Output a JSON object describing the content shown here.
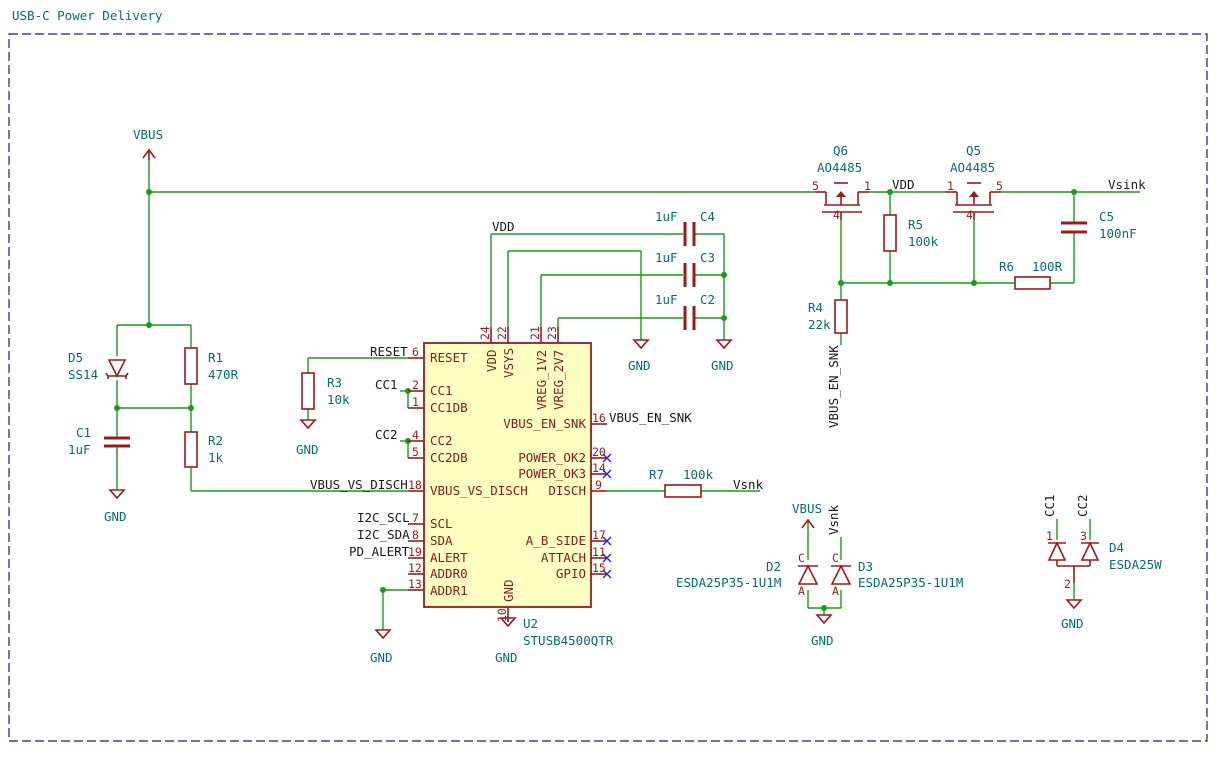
{
  "sheet_title": "USB-C Power Delivery",
  "ic": {
    "ref": "U2",
    "value": "STUSB4500QTR",
    "pins_left": [
      {
        "num": "6",
        "name": "RESET"
      },
      {
        "num": "2",
        "name": "CC1"
      },
      {
        "num": "1",
        "name": "CC1DB"
      },
      {
        "num": "4",
        "name": "CC2"
      },
      {
        "num": "5",
        "name": "CC2DB"
      },
      {
        "num": "18",
        "name": "VBUS_VS_DISCH"
      },
      {
        "num": "7",
        "name": "SCL"
      },
      {
        "num": "8",
        "name": "SDA"
      },
      {
        "num": "19",
        "name": "ALERT"
      },
      {
        "num": "12",
        "name": "ADDR0"
      },
      {
        "num": "13",
        "name": "ADDR1"
      }
    ],
    "pins_top": [
      {
        "num": "24",
        "name": "VDD"
      },
      {
        "num": "22",
        "name": "VSYS"
      },
      {
        "num": "21",
        "name": "VREG_1V2"
      },
      {
        "num": "23",
        "name": "VREG_2V7"
      }
    ],
    "pins_right": [
      {
        "num": "16",
        "name": "VBUS_EN_SNK"
      },
      {
        "num": "20",
        "name": "POWER_OK2"
      },
      {
        "num": "14",
        "name": "POWER_OK3"
      },
      {
        "num": "9",
        "name": "DISCH"
      },
      {
        "num": "17",
        "name": "A_B_SIDE"
      },
      {
        "num": "11",
        "name": "ATTACH"
      },
      {
        "num": "15",
        "name": "GPIO"
      }
    ],
    "pin_bottom": {
      "num": "10",
      "name": "GND"
    }
  },
  "net_labels": {
    "vbus": "VBUS",
    "vdd": "VDD",
    "vsink": "Vsink",
    "vsnk": "Vsnk",
    "gnd": "GND",
    "reset": "RESET",
    "cc1": "CC1",
    "cc2": "CC2",
    "vbus_vs_disch": "VBUS_VS_DISCH",
    "i2c_scl": "I2C_SCL",
    "i2c_sda": "I2C_SDA",
    "pd_alert": "PD_ALERT",
    "vbus_en_snk": "VBUS_EN_SNK"
  },
  "components": {
    "r1": {
      "ref": "R1",
      "value": "470R"
    },
    "r2": {
      "ref": "R2",
      "value": "1k"
    },
    "r3": {
      "ref": "R3",
      "value": "10k"
    },
    "r4": {
      "ref": "R4",
      "value": "22k"
    },
    "r5": {
      "ref": "R5",
      "value": "100k"
    },
    "r6": {
      "ref": "R6",
      "value": "100R"
    },
    "r7": {
      "ref": "R7",
      "value": "100k"
    },
    "c1": {
      "ref": "C1",
      "value": "1uF"
    },
    "c2": {
      "ref": "C2",
      "value": "1uF"
    },
    "c3": {
      "ref": "C3",
      "value": "1uF"
    },
    "c4": {
      "ref": "C4",
      "value": "1uF"
    },
    "c5": {
      "ref": "C5",
      "value": "100nF"
    },
    "d2": {
      "ref": "D2",
      "value": "ESDA25P35-1U1M"
    },
    "d3": {
      "ref": "D3",
      "value": "ESDA25P35-1U1M"
    },
    "d4": {
      "ref": "D4",
      "value": "ESDA25W"
    },
    "d5": {
      "ref": "D5",
      "value": "SS14"
    },
    "q5": {
      "ref": "Q5",
      "value": "AO4485"
    },
    "q6": {
      "ref": "Q6",
      "value": "AO4485"
    }
  },
  "pin_numbers": {
    "q_gate": "4",
    "q_source": "5",
    "q_drain": "1",
    "d_c": "C",
    "d_a": "A",
    "d4_p1": "1",
    "d4_p2": "2",
    "d4_p3": "3"
  },
  "colors": {
    "wire": "#1c9a1c",
    "symbol": "#9a1b1b",
    "ic_body": "#ffffc2",
    "label": "#0b6b73",
    "no_connect": "#2a2ac8",
    "frame": "#1a1a8a"
  }
}
